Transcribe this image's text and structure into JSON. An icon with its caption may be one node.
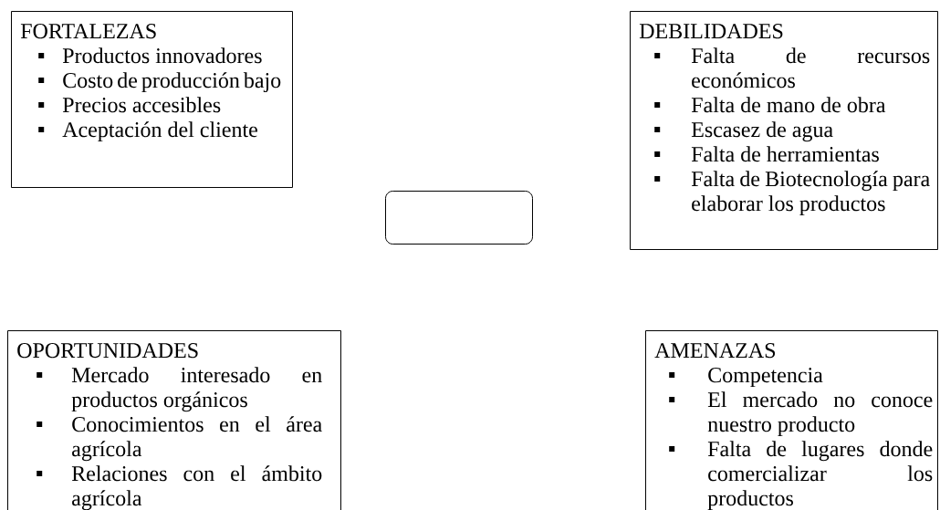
{
  "diagram": {
    "nodes": [
      {
        "text": [
          "FORTALEZAS",
          "Productos innovadores",
          "Costo de producción bajo",
          "Precios accesibles",
          "Aceptación del cliente"
        ]
      },
      {
        "text": [
          "DEBILIDADES",
          "Falta de recursos económicos",
          "Falta de mano de obra",
          "Escasez de agua",
          "Falta de herramientas",
          "Falta de Biotecnología para elaborar los productos"
        ]
      },
      {
        "text": [],
        "shape": "box"
      },
      {
        "text": [
          "OPORTUNIDADES",
          "Mercado interesado en productos orgánicos",
          "Conocimientos en el área agrícola",
          "Relaciones con el ámbito agrícola"
        ]
      },
      {
        "text": [
          "AMENAZAS",
          "Competencia",
          "El mercado no conoce nuestro producto",
          "Falta de lugares donde comercializar los productos"
        ]
      }
    ]
  }
}
